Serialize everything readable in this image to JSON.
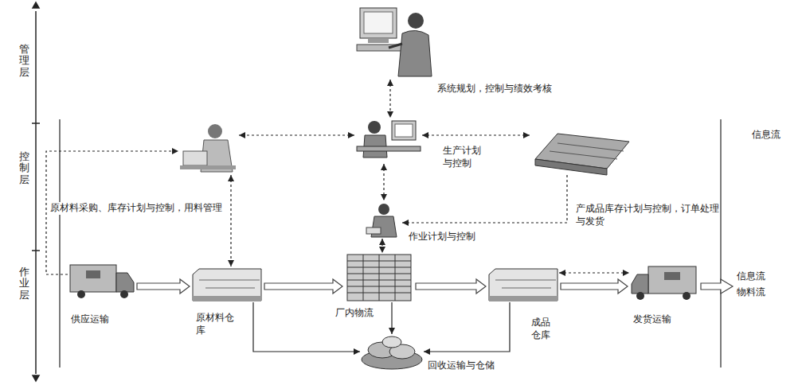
{
  "diagram": {
    "nodes": [
      {
        "text": [
          "系统规划，控制与绩效考核"
        ]
      },
      {
        "text": [
          "原材料采购、库存计划与控制，用料管理"
        ]
      },
      {
        "text": [
          "生产计划与控制"
        ]
      },
      {
        "text": [
          "产成品库存计划与控制，订单处理与发货"
        ]
      },
      {
        "text": [
          "作业计划与控制"
        ]
      },
      {
        "text": [
          "供应运输"
        ]
      },
      {
        "text": [
          "原材料仓库"
        ]
      },
      {
        "text": [
          "厂内物流"
        ]
      },
      {
        "text": [
          "成品仓库"
        ]
      },
      {
        "text": [
          "发货运输"
        ]
      },
      {
        "text": [
          "回收运输与仓储"
        ]
      }
    ],
    "edges": [
      {
        "from": 0,
        "to": 2,
        "arrow": "both"
      },
      {
        "from": 2,
        "to": 1,
        "arrow": "both"
      },
      {
        "from": 2,
        "to": 3,
        "arrow": "both"
      },
      {
        "from": 2,
        "to": 4,
        "arrow": "both"
      },
      {
        "from": 1,
        "to": 6,
        "arrow": "both"
      },
      {
        "from": 3,
        "to": 4,
        "arrow": "to"
      },
      {
        "from": 4,
        "to": 7,
        "arrow": "both"
      },
      {
        "from": 8,
        "to": 9,
        "arrow": "both"
      },
      {
        "from": 5,
        "to": 6,
        "arrow": "to"
      },
      {
        "from": 6,
        "to": 7,
        "arrow": "to"
      },
      {
        "from": 7,
        "to": 8,
        "arrow": "to"
      },
      {
        "from": 8,
        "to": 9,
        "arrow": "to"
      },
      {
        "from": 6,
        "to": 10,
        "arrow": "to"
      },
      {
        "from": 7,
        "to": 10,
        "arrow": "to"
      },
      {
        "from": 8,
        "to": 10,
        "arrow": "to"
      },
      {
        "from": 5,
        "to": 1,
        "arrow": "to"
      }
    ],
    "labels": [
      "管理层",
      "控制层",
      "作业层",
      "信息流",
      "信息流",
      "物料流"
    ]
  }
}
